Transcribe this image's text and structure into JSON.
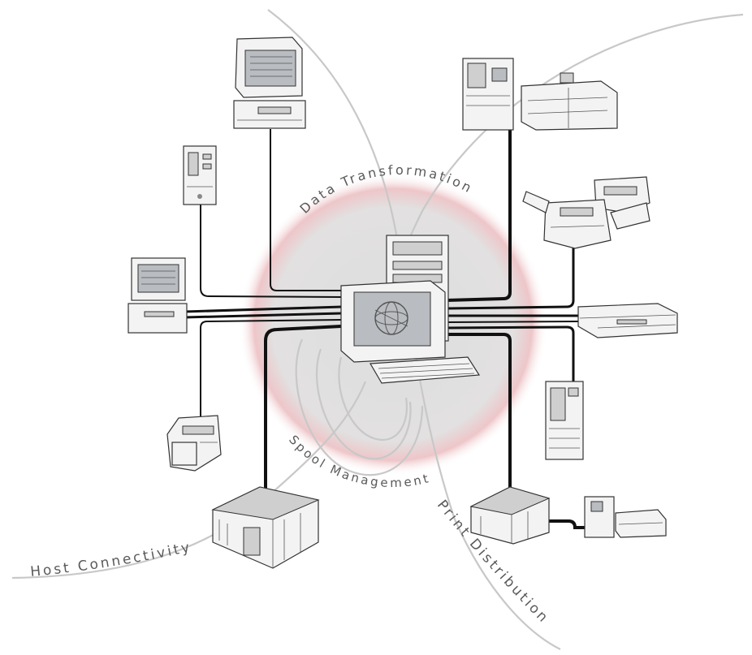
{
  "labels": {
    "data_transformation": "Data Transformation",
    "spool_management": "Spool Management",
    "host_connectivity": "Host Connectivity",
    "print_distribution": "Print Distribution"
  },
  "devices": [
    {
      "kind": "workstation",
      "icon": "desktop-computer-icon"
    },
    {
      "kind": "tower-server",
      "icon": "tower-server-icon"
    },
    {
      "kind": "desktop-pc",
      "icon": "desktop-pc-icon"
    },
    {
      "kind": "desktop-printer",
      "icon": "desktop-printer-icon"
    },
    {
      "kind": "mainframe",
      "icon": "mainframe-icon"
    },
    {
      "kind": "production-printer",
      "icon": "production-printer-icon"
    },
    {
      "kind": "laser-printers",
      "icon": "laser-printer-icon"
    },
    {
      "kind": "rack-unit",
      "icon": "rack-unit-icon"
    },
    {
      "kind": "cabinet-server",
      "icon": "cabinet-server-icon"
    },
    {
      "kind": "mainframe-with-printer",
      "icon": "mainframe-printer-icon"
    },
    {
      "kind": "central-spool-server",
      "icon": "central-workstation-icon"
    }
  ],
  "colors": {
    "glow": "#e8b4b8",
    "hub_fill": "#dcdcdc",
    "curves": "#c8c8c8",
    "wires": "#111111",
    "label_text": "#5a5a5a"
  }
}
